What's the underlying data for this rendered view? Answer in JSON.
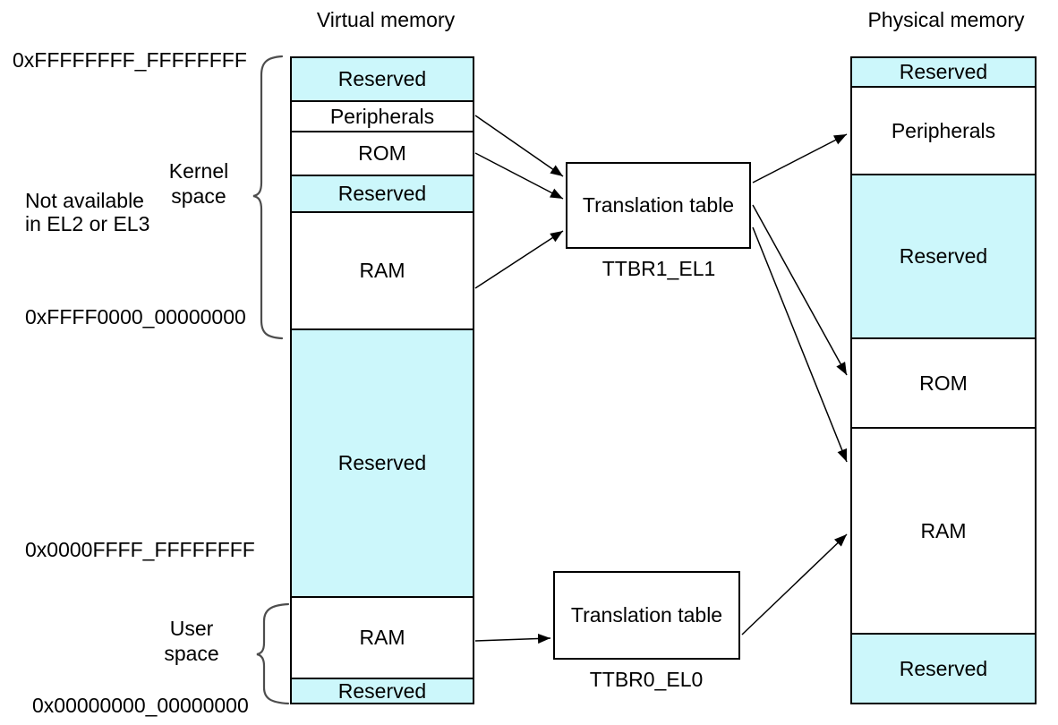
{
  "titles": {
    "virtual_memory": "Virtual memory",
    "physical_memory": "Physical memory"
  },
  "address_labels": {
    "top": "0xFFFFFFFF_FFFFFFFF",
    "kernel_base": "0xFFFF0000_00000000",
    "user_top": "0x0000FFFF_FFFFFFFF",
    "bottom": "0x00000000_00000000"
  },
  "annotations": {
    "not_available": "Not available\nin EL2 or EL3",
    "kernel_space": "Kernel\nspace",
    "user_space": "User\nspace"
  },
  "virtual_memory": {
    "segments": [
      {
        "label": "Reserved",
        "reserved": true
      },
      {
        "label": "Peripherals",
        "reserved": false
      },
      {
        "label": "ROM",
        "reserved": false
      },
      {
        "label": "Reserved",
        "reserved": true
      },
      {
        "label": "RAM",
        "reserved": false
      },
      {
        "label": "Reserved",
        "reserved": true
      },
      {
        "label": "RAM",
        "reserved": false
      },
      {
        "label": "Reserved",
        "reserved": true
      }
    ]
  },
  "physical_memory": {
    "segments": [
      {
        "label": "Reserved",
        "reserved": true
      },
      {
        "label": "Peripherals",
        "reserved": false
      },
      {
        "label": "Reserved",
        "reserved": true
      },
      {
        "label": "ROM",
        "reserved": false
      },
      {
        "label": "RAM",
        "reserved": false
      },
      {
        "label": "Reserved",
        "reserved": true
      }
    ]
  },
  "translation_tables": [
    {
      "label": "Translation table",
      "register": "TTBR1_EL1"
    },
    {
      "label": "Translation table",
      "register": "TTBR0_EL0"
    }
  ],
  "colors": {
    "reserved_fill": "#CCF7FB",
    "background": "#FFFFFF",
    "line": "#000000",
    "brace": "#4D4D4D"
  }
}
